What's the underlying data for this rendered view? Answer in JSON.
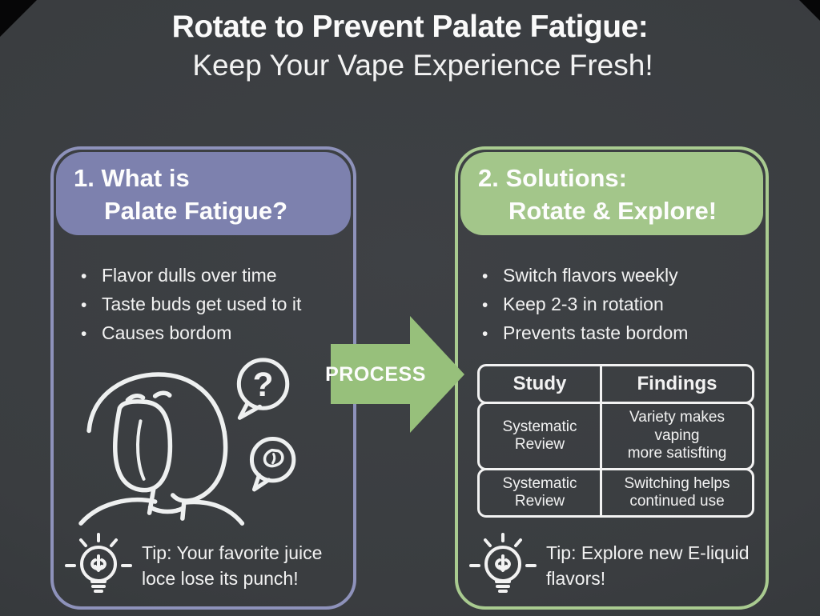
{
  "bullet_char": "•",
  "title": {
    "line1": "Rotate to Prevent Palate Fatigue:",
    "line2": "Keep Your Vape Experience Fresh!"
  },
  "process_arrow": {
    "label": "PROCESS"
  },
  "left_panel": {
    "heading_line1": "1. What is",
    "heading_line2": "Palate Fatigue?",
    "bullets": [
      "Flavor dulls over time",
      "Taste buds get used to it",
      "Causes bordom"
    ],
    "bubble_question_mark": "?",
    "tip_line1": "Tip: Your favorite juice",
    "tip_line2": "loce lose its punch!"
  },
  "right_panel": {
    "heading_line1": "2. Solutions:",
    "heading_line2": "Rotate & Explore!",
    "bullets": [
      "Switch flavors weekly",
      "Keep 2-3 in rotation",
      "Prevents taste bordom"
    ],
    "table": {
      "headers": [
        "Study",
        "Findings"
      ],
      "rows": [
        {
          "study": "Systematic Review",
          "finding_line1": "Variety makes vaping",
          "finding_line2": "more satisfting"
        },
        {
          "study": "Systematic Review",
          "finding_line1": "Switching helps",
          "finding_line2": "continued use"
        }
      ]
    },
    "tip_line1": "Tip: Explore new E-liquid",
    "tip_line2": "flavors!"
  },
  "colors": {
    "background": "#3a3d40",
    "purple_header": "#7d81ae",
    "purple_border": "#8e92bb",
    "green_header": "#a3c68a",
    "green_border": "#a9cb90",
    "arrow_green": "#97c07b",
    "table_border": "#f2f2f2",
    "text": "#f5f5f5"
  }
}
